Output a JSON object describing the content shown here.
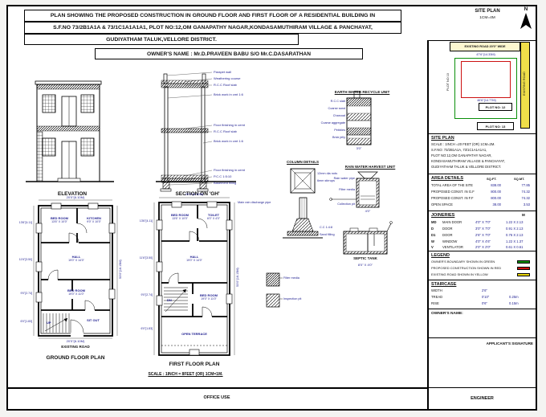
{
  "header": {
    "line1": "PLAN SHOWING THE PROPOSED CONSTRUCTION IN GROUND FLOOR AND FIRST FLOOR OF A RESIDENTIAL BUILDING IN",
    "line2": "S.F.NO 73/2B1A1A & 73/1C1A1A1A1, PLOT NO:12,OM GANAPATHY NAGAR,KONDASAMUTHIRAM VILLAGE & PANCHAYAT,",
    "line3": "GUDIYATHAM TALUK,VELLORE DISTRICT.",
    "owner": "OWNER'S NAME : Mr.D.PRAVEEN BABU S/O Mr.C.DASARATHAN"
  },
  "site_plan": {
    "title": "SITE PLAN",
    "scale": "1CM=4M",
    "north": "N",
    "top_road": "EXISTING ROAD 20'0\" WIDE",
    "dim_top": "47'6\"(14.33M)",
    "dim_mid": "46'6\"(14.77M)",
    "plot_left": "PLOT NO 10",
    "plot_main": "PLOT NO: 12",
    "plot_bottom": "PLOT NO: 13",
    "right_road": "EXISTING ROAD",
    "colors": {
      "boundary_green": "#0a8f0a",
      "construction_red": "#cc1111",
      "road_yellow": "#f0df4a"
    }
  },
  "elevation": {
    "title": "ELEVATION"
  },
  "section": {
    "title": "SECTION ON 'GH'",
    "labels": [
      "Parapet wall",
      "Weathering course",
      "R.C.C Roof slab",
      "Brick work in cmt 1:6",
      "Floor finishing in cemt",
      "R.C.C Roof slab",
      "Brick work in cmt 1:6",
      "Floor finishing in cemt",
      "P.C.C 1:5:10",
      "Basement filling"
    ]
  },
  "earth_unit": {
    "title": "EARTH WATER RECYCLE UNIT",
    "labels": [
      "R.C.C slab",
      "Coarse sand",
      "Charcoal",
      "Coarse aggregate",
      "Pebbles",
      "Brick jelly"
    ],
    "dim": "3'0\""
  },
  "column_details": {
    "title": "COLUMN DETAILS",
    "labels": [
      "12mm dia rods",
      "6mm stirrups",
      "C.C 1:4:8",
      "Sand filling"
    ]
  },
  "rain_unit": {
    "title": "RAIN WATER HARVEST UNIT",
    "labels": [
      "Rain water pipe",
      "Filter media",
      "Collection pit"
    ],
    "dim": "4'0\""
  },
  "septic_tank": {
    "title": "SEPTIC TANK",
    "dim": "8'0\" X 4'0\""
  },
  "filter_detail": {
    "labels": [
      "Filter media",
      "Inspection pit"
    ],
    "note": "Main rain discharge pipe"
  },
  "ground_plan": {
    "title": "GROUND FLOOR PLAN",
    "top_dim": "20'0\"(6.10M)",
    "bottom_dim": "20'0\"(6.10M)",
    "road_label": "EXISTING ROAD",
    "side_dim": "53'0\"(16.15M)",
    "left_dims": [
      "13'6\"[4.11]",
      "11'6\"[3.50]",
      "9'0\"[2.74]",
      "6'0\"[1.83]"
    ],
    "rooms": [
      {
        "name": "BED ROOM",
        "size": "13'6\" X 10'0\""
      },
      {
        "name": "KITCHEN",
        "size": "9'0\" X 10'0\""
      },
      {
        "name": "HALL",
        "size": "19'0\" X 14'0\""
      },
      {
        "name": "BED ROOM",
        "size": "19'0\" X 11'0\""
      },
      {
        "name": "SIT OUT",
        "size": ""
      }
    ],
    "stair_label": "UP"
  },
  "first_plan": {
    "title": "FIRST FLOOR PLAN",
    "top_dim": "20'0\"(6.10M)",
    "side_dim": "53'0\"(16.15M)",
    "left_dims": [
      "13'6\"[4.11]",
      "11'6\"[3.50]",
      "9'0\"[2.74]",
      "6'0\"[1.83]"
    ],
    "rooms": [
      {
        "name": "BED ROOM",
        "size": "13'6\" X 10'0\""
      },
      {
        "name": "TOILET",
        "size": "6'0\" X 4'0\""
      },
      {
        "name": "HALL",
        "size": "19'0\" X 14'0\""
      },
      {
        "name": "BED ROOM",
        "size": "19'0\" X 11'0\""
      },
      {
        "name": "OPEN TERRACE",
        "size": ""
      }
    ],
    "stair_label": "DN",
    "scale_note": "SCALE : 1INCH = 8FEET (OR) 1CM=1M."
  },
  "sidebar": {
    "site_block": {
      "title": "SITE PLAN",
      "lines": [
        "SCALE : 1INCH =20 FEET (OR) 1CM=2M.",
        "S.F.NO: 73/2B1A1A, 73/1C1A1A1A1,",
        "PLOT NO:12,OM GANAPATHY NAGAR,",
        "KONDASAMUTHIRAM VILLAGE & PANCHAYAT,",
        "GUDIYATHAM TALUK & VELLORE DISTRICT."
      ]
    },
    "area_details": {
      "title": "AREA DETAILS",
      "col_sqft": "SQ.FT.",
      "col_sqmt": "SQ.MT.",
      "rows": [
        {
          "label": "TOTAL AREA OF THE SITE",
          "sqft": "838.00",
          "sqmt": "77.85"
        },
        {
          "label": "PROPOSED CONST. IN G.F",
          "sqft": "800.00",
          "sqmt": "74.32"
        },
        {
          "label": "PROPOSED CONST. IN F.F",
          "sqft": "800.00",
          "sqmt": "74.32"
        },
        {
          "label": "OPEN SPACE",
          "sqft": "38.00",
          "sqmt": "3.53"
        }
      ]
    },
    "joineries": {
      "title": "JOINERIES",
      "unit_col": "M",
      "rows": [
        {
          "code": "MD",
          "label": "MAIN DOOR",
          "imperial": "4'0\" X 7'0\"",
          "metric": "1.22 X 2.13"
        },
        {
          "code": "D",
          "label": "DOOR",
          "imperial": "3'0\" X 7'0\"",
          "metric": "0.91 X 2.13"
        },
        {
          "code": "D1",
          "label": "DOOR",
          "imperial": "2'6\" X 7'0\"",
          "metric": "0.76 X 2.13"
        },
        {
          "code": "W",
          "label": "WINDOW",
          "imperial": "4'0\" X 4'6\"",
          "metric": "1.22 X 1.37"
        },
        {
          "code": "V",
          "label": "VENTILATOR",
          "imperial": "2'0\" X 2'0\"",
          "metric": "0.61 X 0.61"
        }
      ]
    },
    "legend": {
      "title": "LEGEND",
      "items": [
        {
          "label": "OWNER'S BOUNDARY SHOWN IN GREEN",
          "color": "#0a8f0a"
        },
        {
          "label": "PROPOSED CONSTRUCTION SHOWN IN RED",
          "color": "#cc1111"
        },
        {
          "label": "EXISTING ROAD SHOWN IN YELLOW",
          "color": "#e8d400"
        }
      ]
    },
    "staircase": {
      "title": "STAIRCASE",
      "rows": [
        {
          "label": "WIDTH",
          "imperial": "2'6\"",
          "metric": "0.76m"
        },
        {
          "label": "TREAD",
          "imperial": "0'10\"",
          "metric": "0.25m"
        },
        {
          "label": "RISE",
          "imperial": "0'6\"",
          "metric": "0.15m"
        }
      ]
    },
    "owners_name_label": "OWNER'S NAME:",
    "applicant_signature": "APPLICANT'S SIGNATURE",
    "engineer": "ENGINEER"
  },
  "footer": {
    "office_use": "OFFICE USE"
  }
}
